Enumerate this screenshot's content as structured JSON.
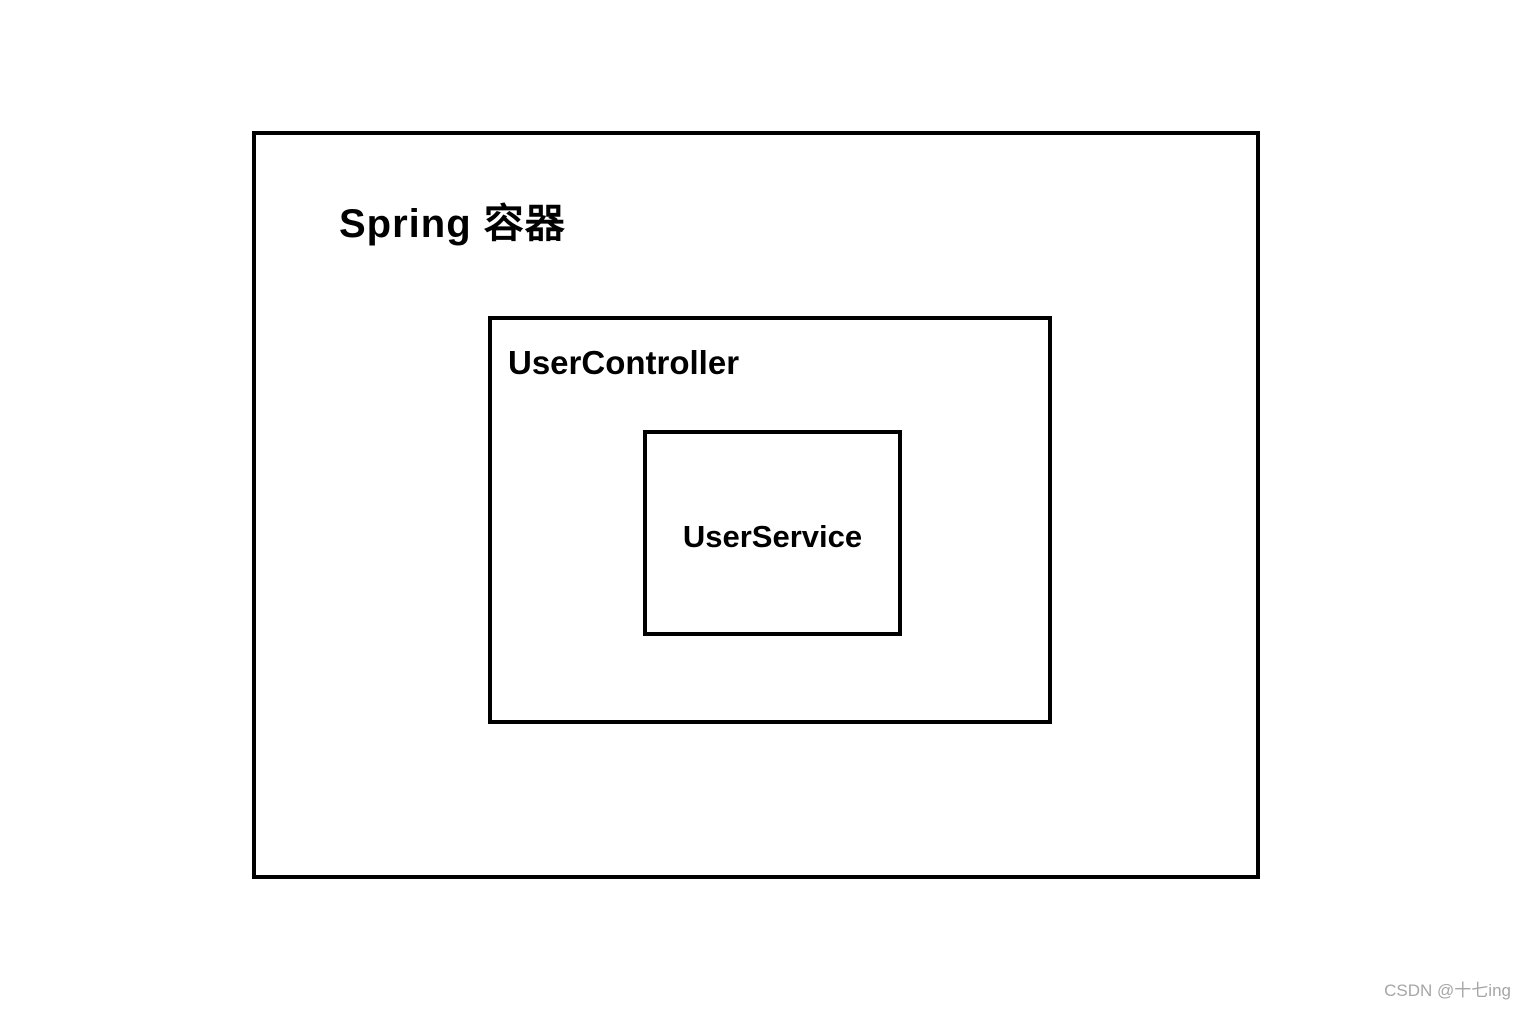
{
  "diagram": {
    "outer_box": {
      "label": "Spring 容器"
    },
    "middle_box": {
      "label": "UserController"
    },
    "inner_box": {
      "label": "UserService"
    }
  },
  "watermark": {
    "text": "CSDN @十七ing"
  },
  "colors": {
    "border": "#000000",
    "background": "#ffffff",
    "watermark_text": "#a6a6a6"
  }
}
